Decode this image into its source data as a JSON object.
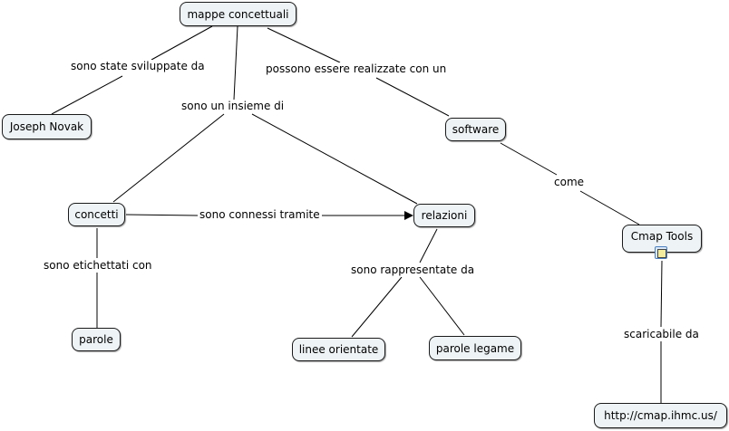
{
  "concepts": {
    "mappe": "mappe concettuali",
    "novak": "Joseph Novak",
    "software": "software",
    "concetti": "concetti",
    "relazioni": "relazioni",
    "cmap": "Cmap Tools",
    "parole": "parole",
    "linee": "linee orientate",
    "legame": "parole legame",
    "url": "http://cmap.ihmc.us/"
  },
  "links": {
    "sviluppate": "sono state sviluppate da",
    "realizzate": "possono essere realizzate con un",
    "insieme": "sono un insieme di",
    "connessi": "sono connessi tramite",
    "come": "come",
    "etichettati": "sono etichettati con",
    "rappresentate": "sono rappresentate da",
    "scaricabile": "scaricabile da"
  },
  "resource_icon": "document-resource-icon",
  "colors": {
    "node_fill": "#eef3f5",
    "node_border": "#1a1a1a",
    "line": "#000000"
  }
}
